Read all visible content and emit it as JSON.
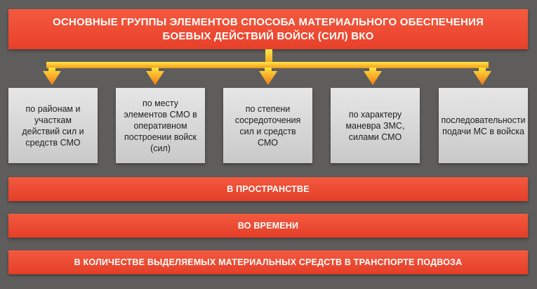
{
  "title": "Основные группы элементов способа материального обеспечения боевых действий войск (сил) ВКО",
  "groups": [
    {
      "label": "по районам и участкам действий сил и средств СМО"
    },
    {
      "label": "по месту элементов СМО в оперативном построении войск (сил)"
    },
    {
      "label": "по степени сосредоточения сил и средств СМО"
    },
    {
      "label": "по характеру маневра ЗМС, силами СМО"
    },
    {
      "label": "последовательности подачи МС в войска"
    }
  ],
  "bands": [
    {
      "label": "в пространстве"
    },
    {
      "label": "во времени"
    },
    {
      "label": "в количестве выделяемых материальных средств в транспорте подвоза"
    }
  ],
  "colors": {
    "background": "#5e5d5b",
    "accent_red": "#e8402a",
    "arrow_yellow": "#ffe23c",
    "arrow_orange": "#f5921f",
    "box_gray": "#d6d6d6"
  }
}
